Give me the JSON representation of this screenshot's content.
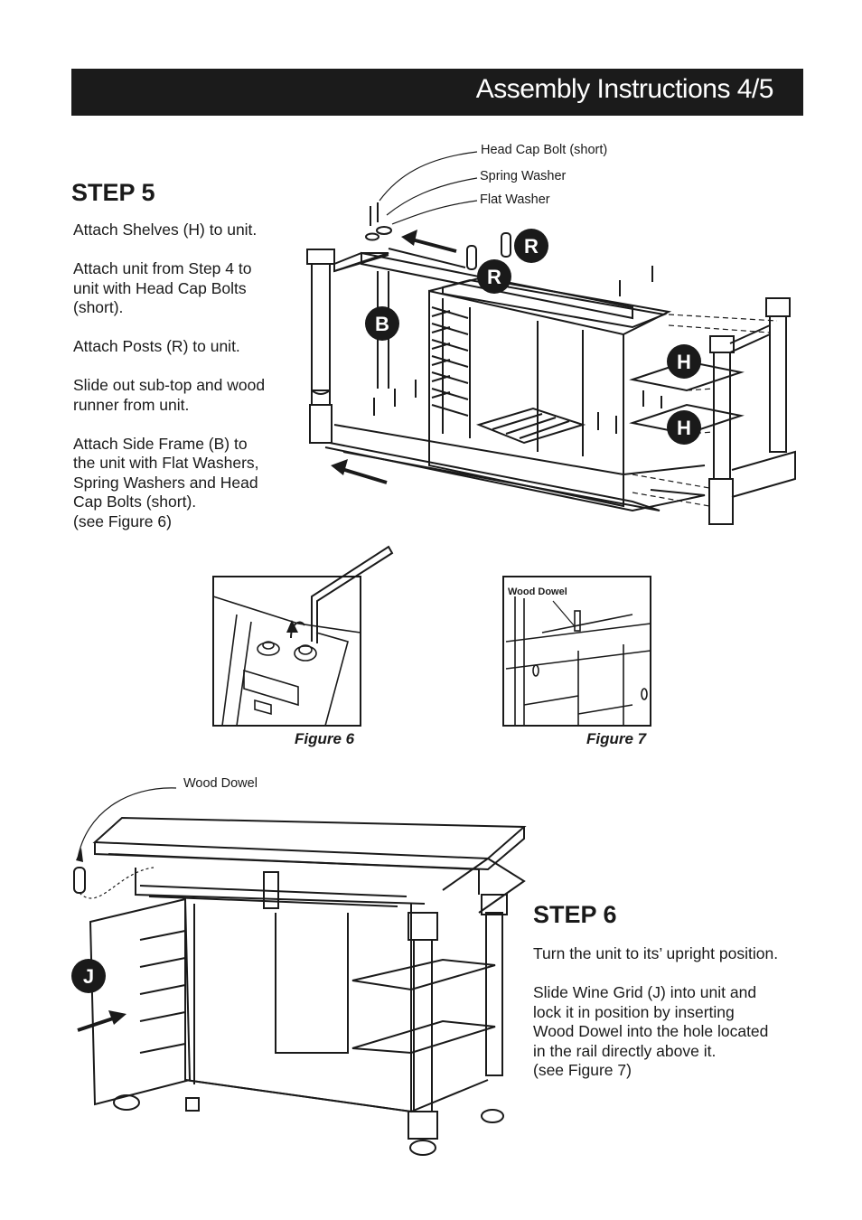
{
  "header": {
    "title": "Assembly Instructions 4/5"
  },
  "step5": {
    "title": "STEP 5",
    "instructions": [
      "Attach Shelves (H) to unit.",
      "Attach unit from Step 4 to\nunit with Head Cap Bolts\n(short).",
      "Attach Posts (R) to unit.",
      "Slide out sub-top and wood\nrunner from unit.",
      "Attach Side Frame (B) to\nthe unit with Flat Washers,\nSpring Washers and Head\nCap Bolts (short).\n(see Figure 6)"
    ],
    "callouts": {
      "head_cap_bolt": "Head Cap Bolt (short)",
      "spring_washer": "Spring Washer",
      "flat_washer": "Flat Washer"
    },
    "part_labels": {
      "post_1": "R",
      "post_2": "R",
      "side_frame": "B",
      "shelf_1": "H",
      "shelf_2": "H"
    }
  },
  "figure6": {
    "caption": "Figure 6"
  },
  "figure7": {
    "caption": "Figure 7",
    "label": "Wood Dowel"
  },
  "step6": {
    "title": "STEP 6",
    "instructions": [
      "Turn the unit to its’ upright position.",
      "Slide Wine Grid (J) into unit and\nlock it in position by inserting\nWood Dowel into the hole located\nin the rail directly above it.\n(see Figure 7)"
    ],
    "callouts": {
      "wood_dowel": "Wood Dowel"
    },
    "part_labels": {
      "wine_grid": "J"
    }
  }
}
